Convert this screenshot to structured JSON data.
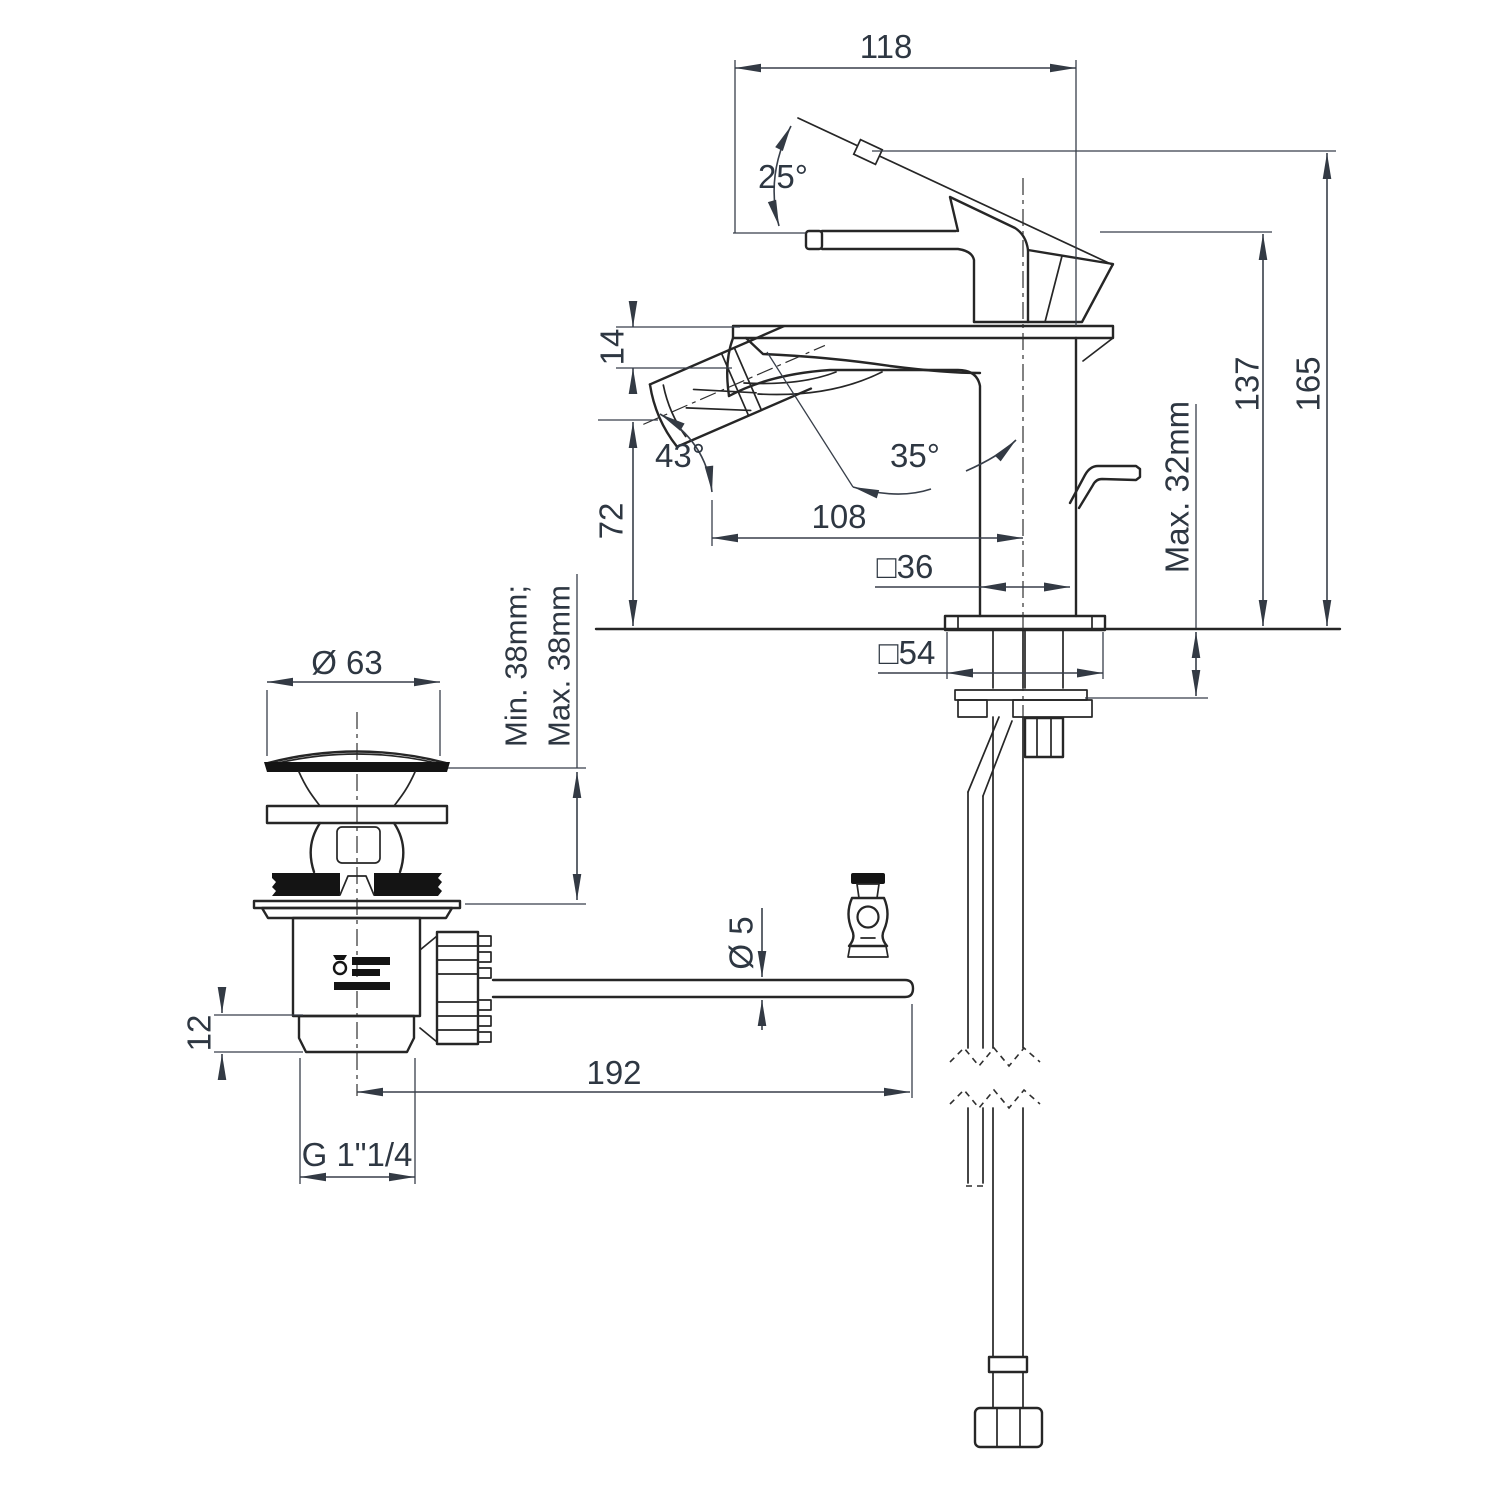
{
  "colors": {
    "background": "#ffffff",
    "outline": "#262626",
    "dimension_text": "#2e3742"
  },
  "mixer": {
    "dim_top_projection": "118",
    "dim_handle_open_angle": "25°",
    "dim_spout_edge_thickness": "14",
    "dim_aerator_angle": "43°",
    "dim_spray_angle": "35°",
    "dim_spout_reach": "108",
    "dim_spout_height": "72",
    "dim_body_square_section": "□36",
    "dim_base_square_section": "□54",
    "dim_height_to_spout": "137",
    "dim_total_height": "165",
    "dim_max_deck_thickness": "Max. 32mm"
  },
  "waste": {
    "dim_cap_diameter": "Ø 63",
    "dim_deck_min": "Min. 38mm;",
    "dim_deck_max": "Max. 38mm",
    "dim_rod_diameter": "Ø 5",
    "dim_collar_height": "12",
    "dim_rod_length": "192",
    "dim_thread_size": "G 1\"1/4"
  }
}
